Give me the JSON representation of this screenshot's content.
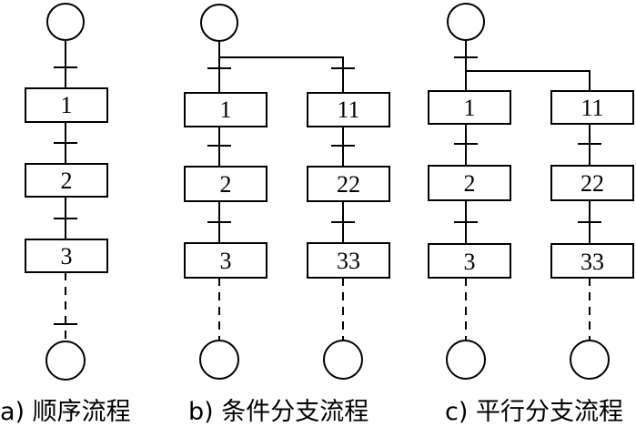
{
  "diagrams": [
    {
      "caption": "a) 顺序流程",
      "columns": [
        {
          "steps": [
            "1",
            "2",
            "3"
          ]
        }
      ]
    },
    {
      "caption": "b) 条件分支流程",
      "columns": [
        {
          "steps": [
            "1",
            "2",
            "3"
          ]
        },
        {
          "steps": [
            "11",
            "22",
            "33"
          ]
        }
      ]
    },
    {
      "caption": "c) 平行分支流程",
      "columns": [
        {
          "steps": [
            "1",
            "2",
            "3"
          ]
        },
        {
          "steps": [
            "11",
            "22",
            "33"
          ]
        }
      ]
    }
  ]
}
